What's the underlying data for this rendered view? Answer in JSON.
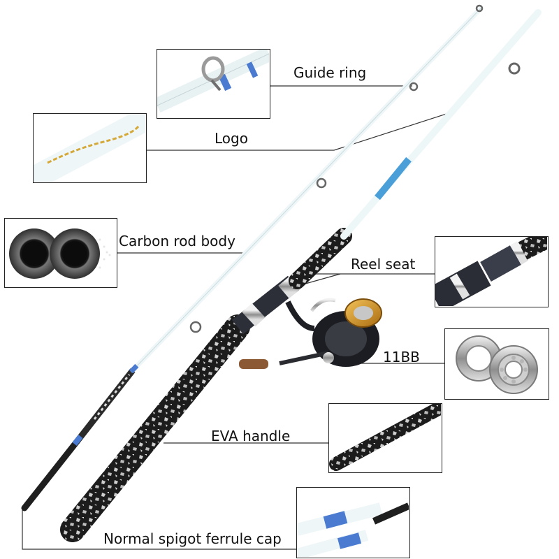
{
  "image": {
    "subject": "Fishing rod and spinning reel combo with feature callouts",
    "background_color": "#ffffff"
  },
  "callouts": {
    "guide_ring": "Guide ring",
    "logo": "Logo",
    "carbon_rod_body": "Carbon  rod body",
    "reel_seat": "Reel seat",
    "bearings": "11BB",
    "eva_handle": "EVA handle",
    "ferrule_cap": "Normal spigot ferrule cap"
  }
}
